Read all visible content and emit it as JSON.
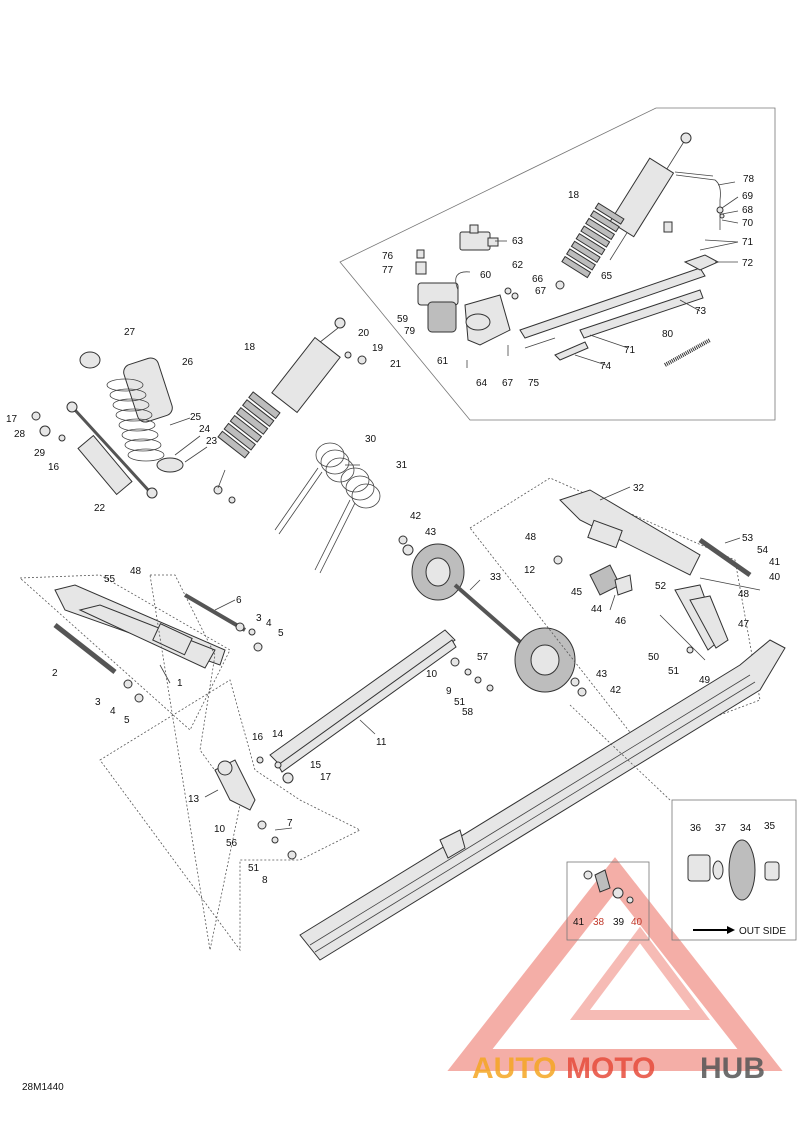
{
  "drawing_code": "28M1440",
  "watermark": {
    "text_a": "AUTO",
    "text_b": "MOTO",
    "text_c": "HUB",
    "color_a": "#f5a623",
    "color_b": "#e74c3c",
    "color_c": "#555555"
  },
  "out_side_label": "OUT SIDE",
  "callouts": [
    {
      "id": "c78",
      "t": "78"
    },
    {
      "id": "c69",
      "t": "69"
    },
    {
      "id": "c68",
      "t": "68"
    },
    {
      "id": "c70",
      "t": "70"
    },
    {
      "id": "c71a",
      "t": "71"
    },
    {
      "id": "c72",
      "t": "72"
    },
    {
      "id": "c18a",
      "t": "18"
    },
    {
      "id": "c63",
      "t": "63"
    },
    {
      "id": "c76",
      "t": "76"
    },
    {
      "id": "c77",
      "t": "77"
    },
    {
      "id": "c60",
      "t": "60"
    },
    {
      "id": "c62",
      "t": "62"
    },
    {
      "id": "c66",
      "t": "66"
    },
    {
      "id": "c67a",
      "t": "67"
    },
    {
      "id": "c65",
      "t": "65"
    },
    {
      "id": "c73",
      "t": "73"
    },
    {
      "id": "c59",
      "t": "59"
    },
    {
      "id": "c79",
      "t": "79"
    },
    {
      "id": "c80",
      "t": "80"
    },
    {
      "id": "c71b",
      "t": "71"
    },
    {
      "id": "c61",
      "t": "61"
    },
    {
      "id": "c64",
      "t": "64"
    },
    {
      "id": "c67b",
      "t": "67"
    },
    {
      "id": "c75",
      "t": "75"
    },
    {
      "id": "c74",
      "t": "74"
    },
    {
      "id": "c27",
      "t": "27"
    },
    {
      "id": "c26",
      "t": "26"
    },
    {
      "id": "c18b",
      "t": "18"
    },
    {
      "id": "c20",
      "t": "20"
    },
    {
      "id": "c19",
      "t": "19"
    },
    {
      "id": "c21",
      "t": "21"
    },
    {
      "id": "c25",
      "t": "25"
    },
    {
      "id": "c24",
      "t": "24"
    },
    {
      "id": "c23",
      "t": "23"
    },
    {
      "id": "c17a",
      "t": "17"
    },
    {
      "id": "c28",
      "t": "28"
    },
    {
      "id": "c29",
      "t": "29"
    },
    {
      "id": "c16a",
      "t": "16"
    },
    {
      "id": "c22",
      "t": "22"
    },
    {
      "id": "c30",
      "t": "30"
    },
    {
      "id": "c31",
      "t": "31"
    },
    {
      "id": "c32",
      "t": "32"
    },
    {
      "id": "c42a",
      "t": "42"
    },
    {
      "id": "c43a",
      "t": "43"
    },
    {
      "id": "c48a",
      "t": "48"
    },
    {
      "id": "c53",
      "t": "53"
    },
    {
      "id": "c54",
      "t": "54"
    },
    {
      "id": "c41a",
      "t": "41"
    },
    {
      "id": "c40a",
      "t": "40"
    },
    {
      "id": "c12",
      "t": "12"
    },
    {
      "id": "c45",
      "t": "45"
    },
    {
      "id": "c44",
      "t": "44"
    },
    {
      "id": "c46",
      "t": "46"
    },
    {
      "id": "c52",
      "t": "52"
    },
    {
      "id": "c48b",
      "t": "48"
    },
    {
      "id": "c47",
      "t": "47"
    },
    {
      "id": "c33",
      "t": "33"
    },
    {
      "id": "c55",
      "t": "55"
    },
    {
      "id": "c48c",
      "t": "48"
    },
    {
      "id": "c6",
      "t": "6"
    },
    {
      "id": "c3a",
      "t": "3"
    },
    {
      "id": "c4a",
      "t": "4"
    },
    {
      "id": "c5a",
      "t": "5"
    },
    {
      "id": "c2",
      "t": "2"
    },
    {
      "id": "c1",
      "t": "1"
    },
    {
      "id": "c3b",
      "t": "3"
    },
    {
      "id": "c4b",
      "t": "4"
    },
    {
      "id": "c5b",
      "t": "5"
    },
    {
      "id": "c50",
      "t": "50"
    },
    {
      "id": "c51a",
      "t": "51"
    },
    {
      "id": "c49",
      "t": "49"
    },
    {
      "id": "c57",
      "t": "57"
    },
    {
      "id": "c10a",
      "t": "10"
    },
    {
      "id": "c9",
      "t": "9"
    },
    {
      "id": "c51b",
      "t": "51"
    },
    {
      "id": "c58",
      "t": "58"
    },
    {
      "id": "c43b",
      "t": "43"
    },
    {
      "id": "c42b",
      "t": "42"
    },
    {
      "id": "c11",
      "t": "11"
    },
    {
      "id": "c16b",
      "t": "16"
    },
    {
      "id": "c14",
      "t": "14"
    },
    {
      "id": "c15",
      "t": "15"
    },
    {
      "id": "c17b",
      "t": "17"
    },
    {
      "id": "c13",
      "t": "13"
    },
    {
      "id": "c10b",
      "t": "10"
    },
    {
      "id": "c7",
      "t": "7"
    },
    {
      "id": "c56",
      "t": "56"
    },
    {
      "id": "c51c",
      "t": "51"
    },
    {
      "id": "c8",
      "t": "8"
    },
    {
      "id": "c36",
      "t": "36"
    },
    {
      "id": "c37",
      "t": "37"
    },
    {
      "id": "c34",
      "t": "34"
    },
    {
      "id": "c35",
      "t": "35"
    },
    {
      "id": "c41b",
      "t": "41"
    },
    {
      "id": "c38",
      "t": "38"
    },
    {
      "id": "c39",
      "t": "39"
    },
    {
      "id": "c40b",
      "t": "40"
    }
  ]
}
